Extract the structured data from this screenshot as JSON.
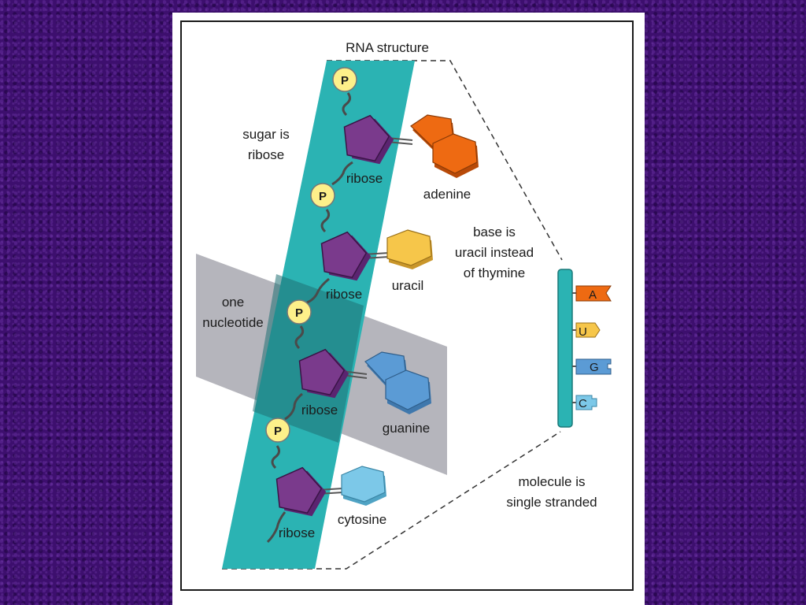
{
  "diagram": {
    "title": "RNA structure",
    "annotations": {
      "sugar": [
        "sugar is",
        "ribose"
      ],
      "base": [
        "base is",
        "uracil instead",
        "of thymine"
      ],
      "nucleotide": [
        "one",
        "nucleotide"
      ],
      "strand": [
        "molecule is",
        "single stranded"
      ]
    },
    "phosphate_label": "P",
    "sugar_label": "ribose",
    "bases": [
      "adenine",
      "uracil",
      "guanine",
      "cytosine"
    ],
    "strand_letters": [
      "A",
      "U",
      "G",
      "C"
    ],
    "colors": {
      "backbone_band": "#2bb3b3",
      "nucleotide_band": "#a8a8b0",
      "ribose": "#7a3a8c",
      "phosphate": "#fdf08a",
      "adenine": "#ee6a12",
      "uracil": "#f6c64a",
      "guanine": "#5b9bd5",
      "cytosine": "#7cc8e8",
      "background": "#3d0f6e"
    }
  }
}
